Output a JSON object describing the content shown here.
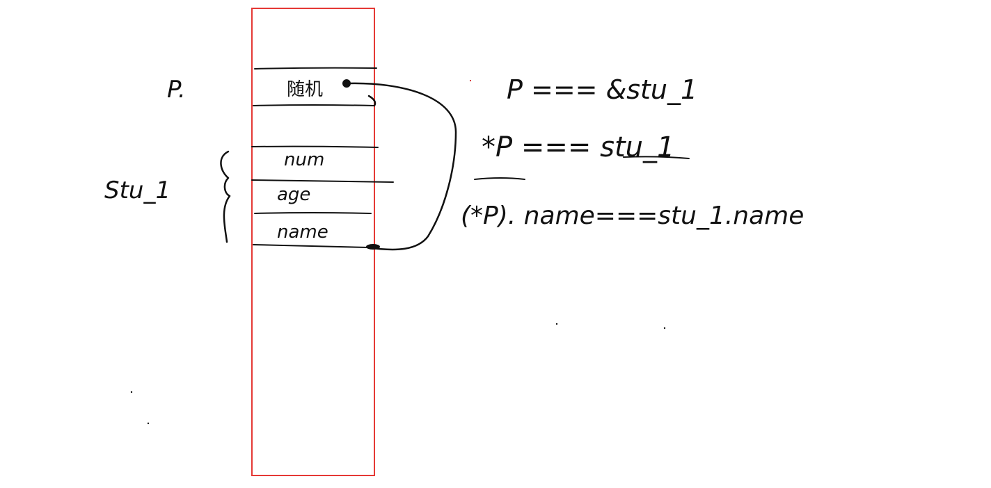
{
  "diagram": {
    "memory_block": {
      "border_color": "#e53935",
      "pointer_cell": "随机",
      "fields": [
        "num",
        "age",
        "name"
      ]
    },
    "labels": {
      "pointer_var": "P.",
      "struct_var": "Stu_1"
    },
    "equations": {
      "line1": "P === &stu_1",
      "line2": "*P === stu_1",
      "line3": "(*P). name===stu_1.name"
    },
    "ink_color": "#111111"
  }
}
